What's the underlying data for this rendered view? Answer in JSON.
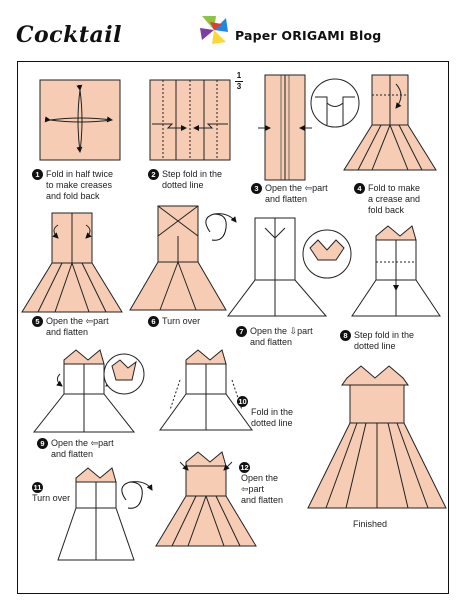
{
  "header": {
    "title": "Cocktail",
    "brand": "Paper ORIGAMI Blog",
    "fraction_top": "1",
    "fraction_bottom": "3"
  },
  "colors": {
    "paper": "#F6CDB4",
    "paper_white": "#FFFFFF",
    "line": "#222222",
    "logo_green": "#8CC63F",
    "logo_blue": "#1E88E5",
    "logo_yellow": "#FDD835",
    "logo_purple": "#7B3FA0",
    "logo_red": "#E53935"
  },
  "steps": [
    {
      "number": "1",
      "lines": [
        "Fold in half twice",
        "to make creases",
        "and fold back"
      ]
    },
    {
      "number": "2",
      "lines": [
        "Step fold in the",
        "dotted line"
      ]
    },
    {
      "number": "3",
      "lines": [
        "Open the ⇦part",
        "and flatten"
      ]
    },
    {
      "number": "4",
      "lines": [
        "Fold to make",
        "a crease and",
        "fold back"
      ]
    },
    {
      "number": "5",
      "lines": [
        "Open the ⇦part",
        "and flatten"
      ]
    },
    {
      "number": "6",
      "lines": [
        "Turn over"
      ]
    },
    {
      "number": "7",
      "lines": [
        "Open the ⇩part",
        "and flatten"
      ]
    },
    {
      "number": "8",
      "lines": [
        "Step fold in the",
        "dotted line"
      ]
    },
    {
      "number": "9",
      "lines": [
        "Open the ⇦part",
        "and flatten"
      ]
    },
    {
      "number": "10",
      "lines": [
        "Fold in the",
        "dotted line"
      ]
    },
    {
      "number": "11",
      "lines": [
        "Turn over"
      ]
    },
    {
      "number": "12",
      "lines": [
        "Open the",
        "⇦part",
        "and flatten"
      ]
    }
  ],
  "finished_label": "Finished"
}
